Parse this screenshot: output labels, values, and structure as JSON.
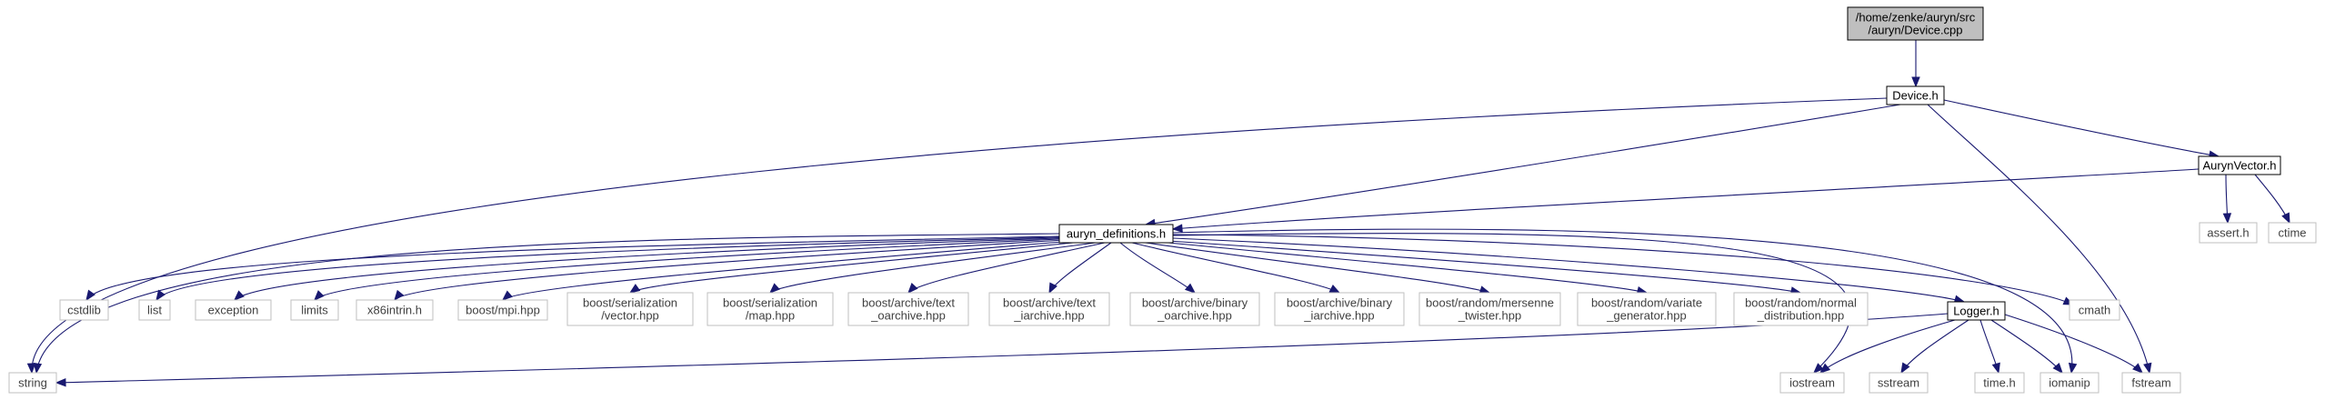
{
  "graph": {
    "edge_color": "#191970",
    "nodes": [
      {
        "id": "device_cpp",
        "kind": "root",
        "lines": [
          "/home/zenke/auryn/src",
          "/auryn/Device.cpp"
        ]
      },
      {
        "id": "device_h",
        "kind": "local",
        "lines": [
          "Device.h"
        ]
      },
      {
        "id": "aurynvector_h",
        "kind": "local",
        "lines": [
          "AurynVector.h"
        ]
      },
      {
        "id": "auryn_definitions_h",
        "kind": "local",
        "lines": [
          "auryn_definitions.h"
        ]
      },
      {
        "id": "assert_h",
        "kind": "system",
        "lines": [
          "assert.h"
        ]
      },
      {
        "id": "ctime",
        "kind": "system",
        "lines": [
          "ctime"
        ]
      },
      {
        "id": "cstdlib",
        "kind": "system",
        "lines": [
          "cstdlib"
        ]
      },
      {
        "id": "list",
        "kind": "system",
        "lines": [
          "list"
        ]
      },
      {
        "id": "exception",
        "kind": "system",
        "lines": [
          "exception"
        ]
      },
      {
        "id": "limits",
        "kind": "system",
        "lines": [
          "limits"
        ]
      },
      {
        "id": "x86intrin_h",
        "kind": "system",
        "lines": [
          "x86intrin.h"
        ]
      },
      {
        "id": "boost_mpi",
        "kind": "system",
        "lines": [
          "boost/mpi.hpp"
        ]
      },
      {
        "id": "boost_ser_vector",
        "kind": "system",
        "lines": [
          "boost/serialization",
          "/vector.hpp"
        ]
      },
      {
        "id": "boost_ser_map",
        "kind": "system",
        "lines": [
          "boost/serialization",
          "/map.hpp"
        ]
      },
      {
        "id": "boost_text_oarchive",
        "kind": "system",
        "lines": [
          "boost/archive/text",
          "_oarchive.hpp"
        ]
      },
      {
        "id": "boost_text_iarchive",
        "kind": "system",
        "lines": [
          "boost/archive/text",
          "_iarchive.hpp"
        ]
      },
      {
        "id": "boost_binary_oarchive",
        "kind": "system",
        "lines": [
          "boost/archive/binary",
          "_oarchive.hpp"
        ]
      },
      {
        "id": "boost_binary_iarchive",
        "kind": "system",
        "lines": [
          "boost/archive/binary",
          "_iarchive.hpp"
        ]
      },
      {
        "id": "boost_mersenne",
        "kind": "system",
        "lines": [
          "boost/random/mersenne",
          "_twister.hpp"
        ]
      },
      {
        "id": "boost_variate",
        "kind": "system",
        "lines": [
          "boost/random/variate",
          "_generator.hpp"
        ]
      },
      {
        "id": "boost_normal",
        "kind": "system",
        "lines": [
          "boost/random/normal",
          "_distribution.hpp"
        ]
      },
      {
        "id": "logger_h",
        "kind": "local",
        "lines": [
          "Logger.h"
        ]
      },
      {
        "id": "cmath",
        "kind": "system",
        "lines": [
          "cmath"
        ]
      },
      {
        "id": "string",
        "kind": "system",
        "lines": [
          "string"
        ]
      },
      {
        "id": "iostream",
        "kind": "system",
        "lines": [
          "iostream"
        ]
      },
      {
        "id": "sstream",
        "kind": "system",
        "lines": [
          "sstream"
        ]
      },
      {
        "id": "time_h",
        "kind": "system",
        "lines": [
          "time.h"
        ]
      },
      {
        "id": "iomanip",
        "kind": "system",
        "lines": [
          "iomanip"
        ]
      },
      {
        "id": "fstream",
        "kind": "system",
        "lines": [
          "fstream"
        ]
      }
    ],
    "edges": [
      [
        "device_cpp",
        "device_h"
      ],
      [
        "device_h",
        "string"
      ],
      [
        "device_h",
        "auryn_definitions_h"
      ],
      [
        "device_h",
        "aurynvector_h"
      ],
      [
        "device_h",
        "fstream"
      ],
      [
        "aurynvector_h",
        "auryn_definitions_h"
      ],
      [
        "aurynvector_h",
        "assert_h"
      ],
      [
        "aurynvector_h",
        "ctime"
      ],
      [
        "auryn_definitions_h",
        "string"
      ],
      [
        "auryn_definitions_h",
        "cstdlib"
      ],
      [
        "auryn_definitions_h",
        "list"
      ],
      [
        "auryn_definitions_h",
        "exception"
      ],
      [
        "auryn_definitions_h",
        "limits"
      ],
      [
        "auryn_definitions_h",
        "x86intrin_h"
      ],
      [
        "auryn_definitions_h",
        "boost_mpi"
      ],
      [
        "auryn_definitions_h",
        "boost_ser_vector"
      ],
      [
        "auryn_definitions_h",
        "boost_ser_map"
      ],
      [
        "auryn_definitions_h",
        "boost_text_oarchive"
      ],
      [
        "auryn_definitions_h",
        "boost_text_iarchive"
      ],
      [
        "auryn_definitions_h",
        "boost_binary_oarchive"
      ],
      [
        "auryn_definitions_h",
        "boost_binary_iarchive"
      ],
      [
        "auryn_definitions_h",
        "boost_mersenne"
      ],
      [
        "auryn_definitions_h",
        "boost_variate"
      ],
      [
        "auryn_definitions_h",
        "boost_normal"
      ],
      [
        "auryn_definitions_h",
        "logger_h"
      ],
      [
        "auryn_definitions_h",
        "cmath"
      ],
      [
        "auryn_definitions_h",
        "iostream"
      ],
      [
        "auryn_definitions_h",
        "iomanip"
      ],
      [
        "logger_h",
        "string"
      ],
      [
        "logger_h",
        "iostream"
      ],
      [
        "logger_h",
        "sstream"
      ],
      [
        "logger_h",
        "time_h"
      ],
      [
        "logger_h",
        "iomanip"
      ],
      [
        "logger_h",
        "fstream"
      ]
    ]
  }
}
